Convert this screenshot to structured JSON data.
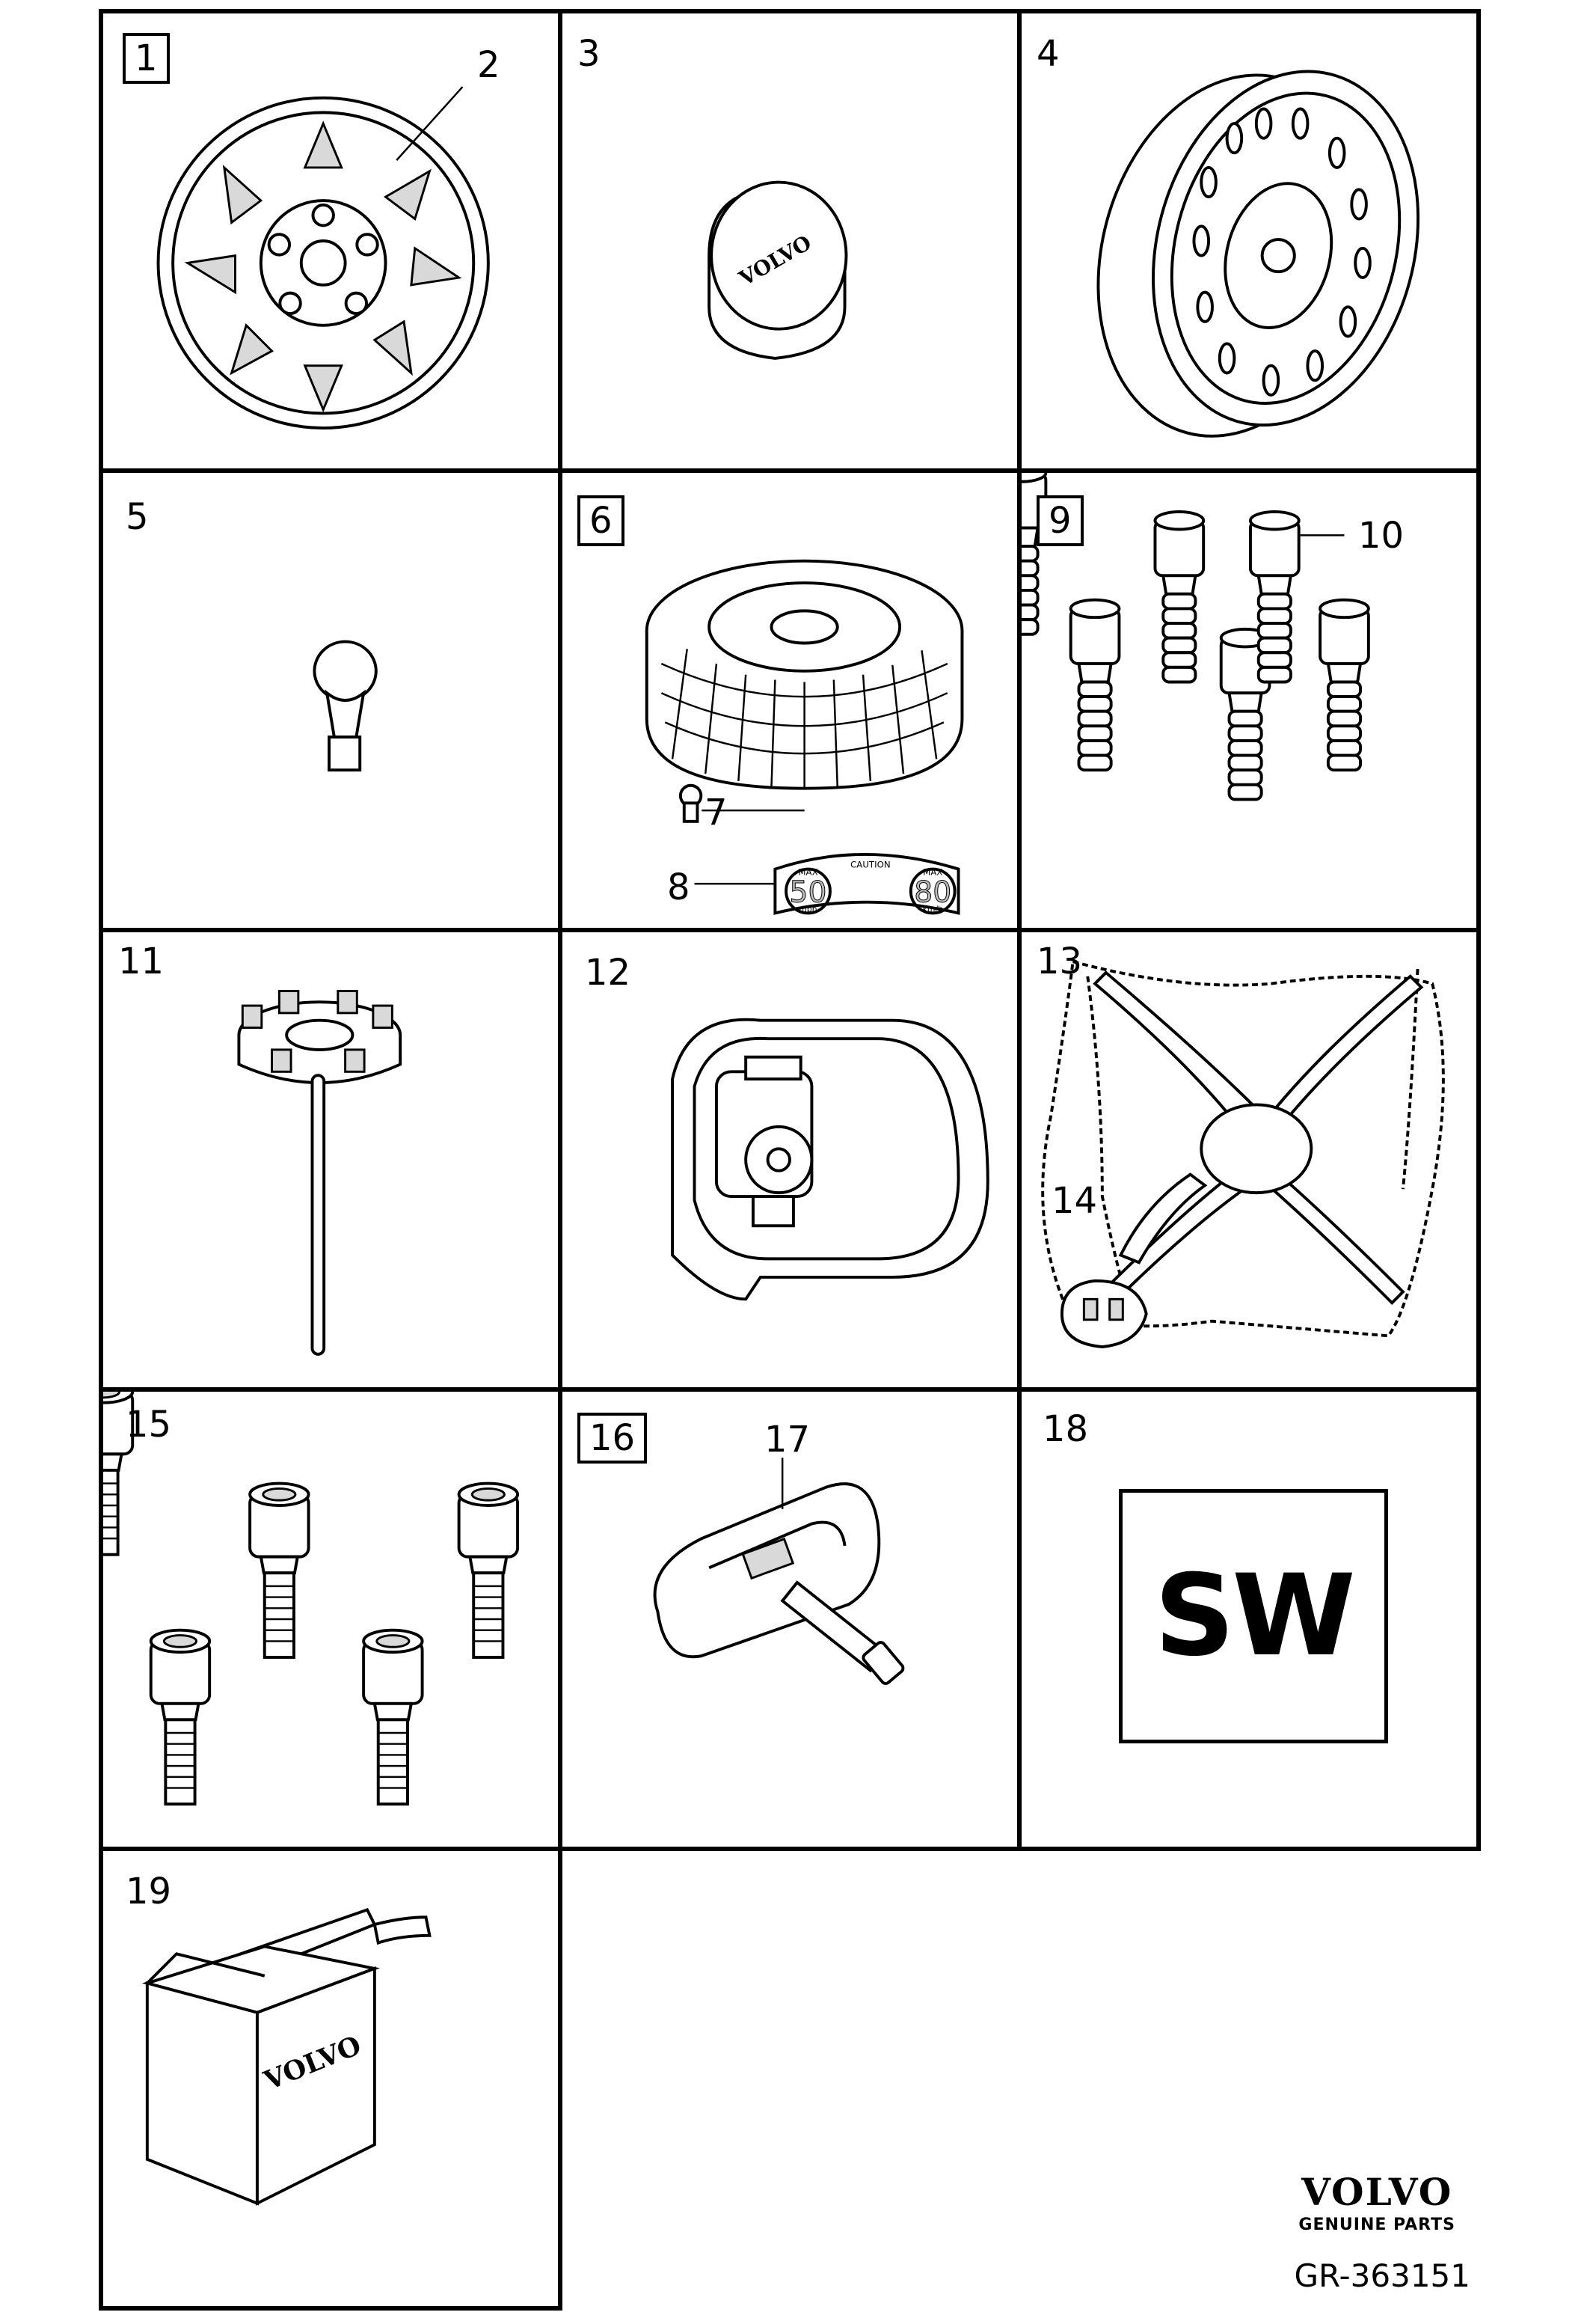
{
  "cells": [
    {
      "id": "c1",
      "labels": [
        "1",
        "2"
      ]
    },
    {
      "id": "c3",
      "labels": [
        "3"
      ]
    },
    {
      "id": "c4",
      "labels": [
        "4"
      ]
    },
    {
      "id": "c5",
      "labels": [
        "5"
      ]
    },
    {
      "id": "c6",
      "labels": [
        "6",
        "7",
        "8"
      ]
    },
    {
      "id": "c9",
      "labels": [
        "9",
        "10"
      ]
    },
    {
      "id": "c11",
      "labels": [
        "11"
      ]
    },
    {
      "id": "c12",
      "labels": [
        "12"
      ]
    },
    {
      "id": "c13",
      "labels": [
        "13",
        "14"
      ]
    },
    {
      "id": "c15",
      "labels": [
        "15"
      ]
    },
    {
      "id": "c16",
      "labels": [
        "16",
        "17"
      ]
    },
    {
      "id": "c18",
      "labels": [
        "18"
      ]
    },
    {
      "id": "c19",
      "labels": [
        "19"
      ]
    }
  ],
  "cap_logo_text": "VOLVO",
  "box_logo_text": "VOLVO",
  "sw_text": "SW",
  "label_small_numbers": [
    "50",
    "80"
  ],
  "label_small_words": [
    "MAX",
    "MAX",
    "mph",
    "km/h",
    "CAUTION"
  ],
  "footer": {
    "brand": "VOLVO",
    "subtitle": "GENUINE PARTS",
    "drawing_number": "GR-363151"
  }
}
